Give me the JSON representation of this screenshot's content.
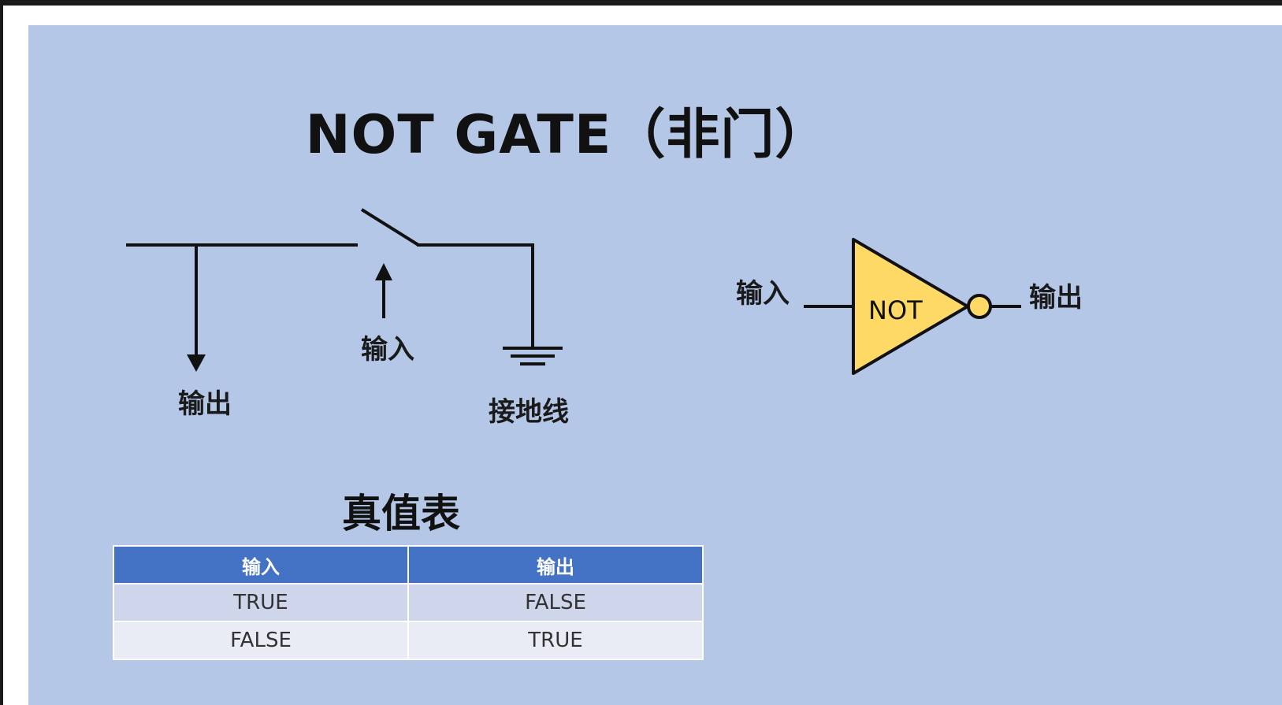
{
  "title": "NOT GATE（非门）",
  "circuit": {
    "output_label": "输出",
    "input_label": "输入",
    "ground_label": "接地线"
  },
  "gate": {
    "input_label": "输入",
    "gate_label": "NOT",
    "output_label": "输出",
    "fill_color": "#ffd966"
  },
  "truth_table": {
    "title": "真值表",
    "headers": [
      "输入",
      "输出"
    ],
    "rows": [
      [
        "TRUE",
        "FALSE"
      ],
      [
        "FALSE",
        "TRUE"
      ]
    ],
    "header_color": "#4472c4"
  },
  "background_color": "#b4c7e7"
}
